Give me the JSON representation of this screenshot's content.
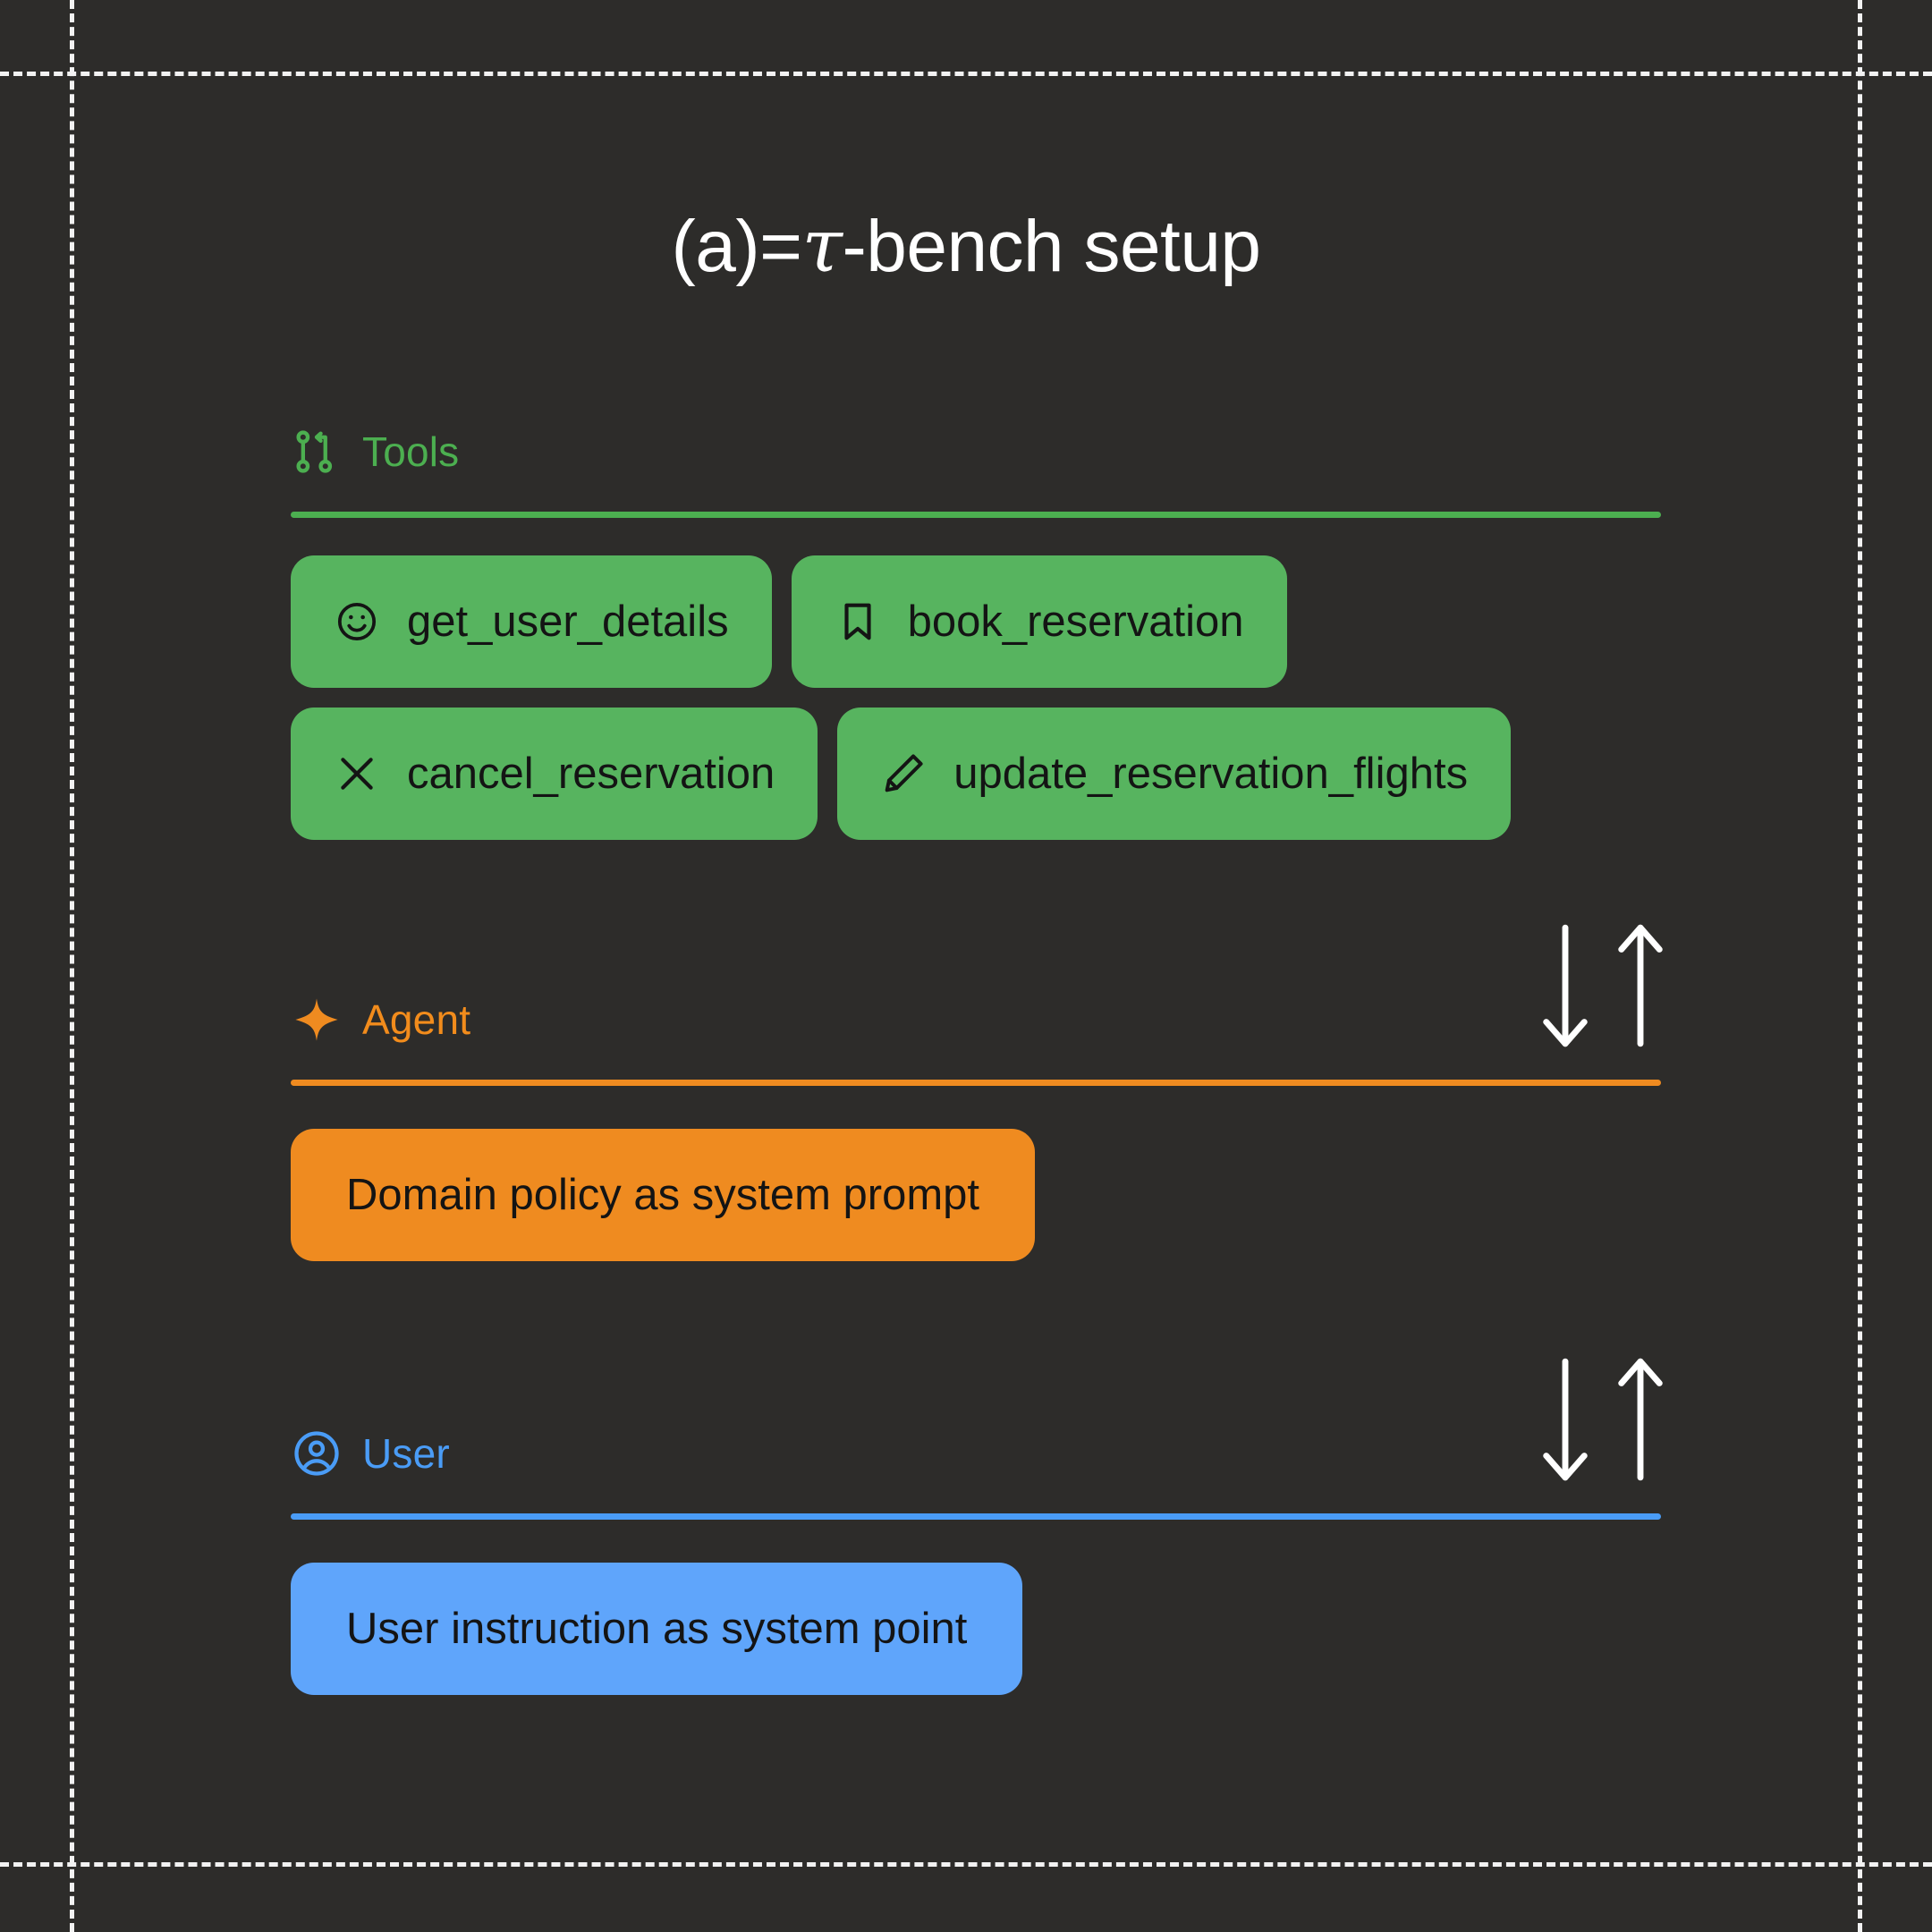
{
  "figure": {
    "title_prefix": "(a)=",
    "title_tau": "τ",
    "title_suffix": "-bench setup",
    "background_color": "#2d2c2a"
  },
  "sections": {
    "tools": {
      "label": "Tools",
      "icon": "git-compare-icon",
      "color": "#4caf50",
      "pill_color": "#57b45f",
      "items": [
        {
          "label": "get_user_details",
          "icon": "smiley-face-icon"
        },
        {
          "label": "book_reservation",
          "icon": "bookmark-icon"
        },
        {
          "label": "cancel_reservation",
          "icon": "close-x-icon"
        },
        {
          "label": "update_reservation_flights",
          "icon": "pencil-edit-icon"
        }
      ]
    },
    "agent": {
      "label": "Agent",
      "icon": "sparkle-star-icon",
      "color": "#f28c1c",
      "card_label": "Domain policy as system prompt",
      "card_color": "#ef8b20",
      "arrows": [
        "arrow-down-icon",
        "arrow-up-icon"
      ]
    },
    "user": {
      "label": "User",
      "icon": "account-circle-icon",
      "color": "#4a9cf6",
      "card_label": "User instruction as system point",
      "card_color": "#5fa5fb",
      "arrows": [
        "arrow-down-icon",
        "arrow-up-icon"
      ]
    }
  }
}
